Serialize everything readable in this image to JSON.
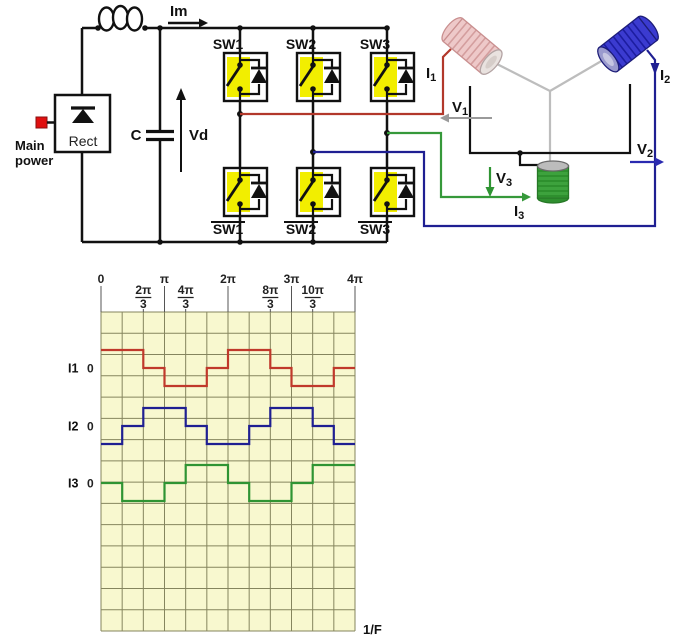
{
  "circuit": {
    "main_power": {
      "line1": "Main",
      "line2": "power"
    },
    "rectifier_label": "Rect",
    "dc_link": {
      "current_label": "Im",
      "cap_label": "C",
      "voltage_label": "Vd"
    },
    "switches_top": [
      "SW1",
      "SW2",
      "SW3"
    ],
    "switches_bottom": [
      "SW1",
      "SW2",
      "SW3"
    ],
    "motor_labels": {
      "i1": {
        "b": "I",
        "s": "1"
      },
      "i2": {
        "b": "I",
        "s": "2"
      },
      "i3": {
        "b": "I",
        "s": "3"
      },
      "v1": {
        "b": "V",
        "s": "1"
      },
      "v2": {
        "b": "V",
        "s": "2"
      },
      "v3": {
        "b": "V",
        "s": "3"
      }
    },
    "colors": {
      "wire": "#111111",
      "phase1_red": "#b2382b",
      "phase2_blue": "#1f1f92",
      "phase3_green": "#36993a",
      "switch_highlight": "#f2ee00",
      "power_connector": "#e01010",
      "winding_pink": "#eec9c9",
      "winding_blue": "#3b3bd0",
      "winding_green": "#3da23d",
      "neutral_gray": "#bdbdbd"
    }
  },
  "chart_data": {
    "type": "line",
    "description": "Six-step inverter phase currents I1, I2, I3 versus angle (0 to 4π), stepped quasi-square waves shifted by 2π/3",
    "x_ticks": [
      {
        "col": 0,
        "label": "0"
      },
      {
        "col": 2,
        "label": "2π/3"
      },
      {
        "col": 3,
        "label": "π"
      },
      {
        "col": 4,
        "label": "4π/3"
      },
      {
        "col": 6,
        "label": "2π"
      },
      {
        "col": 8,
        "label": "8π/3"
      },
      {
        "col": 9,
        "label": "3π"
      },
      {
        "col": 10,
        "label": "10π/3"
      },
      {
        "col": 12,
        "label": "4π"
      }
    ],
    "x_axis_label": "1/F",
    "x_range": [
      "0",
      "4π"
    ],
    "col_unit": "π/3",
    "grid": {
      "cols": 12,
      "rows": 15,
      "bg": "#f8f8cf",
      "line_color": "#85855e"
    },
    "y_zero_label": "0",
    "series": [
      {
        "name": "I1",
        "color": "#c0392b",
        "levels_per_column": [
          1,
          1,
          0,
          -1,
          -1,
          0,
          1,
          1,
          0,
          -1,
          -1,
          0
        ]
      },
      {
        "name": "I2",
        "color": "#1f1f92",
        "levels_per_column": [
          -1,
          0,
          1,
          1,
          0,
          -1,
          -1,
          0,
          1,
          1,
          0,
          -1
        ]
      },
      {
        "name": "I3",
        "color": "#2f9433",
        "levels_per_column": [
          0,
          -1,
          -1,
          0,
          1,
          1,
          0,
          -1,
          -1,
          0,
          1,
          1
        ]
      }
    ]
  }
}
